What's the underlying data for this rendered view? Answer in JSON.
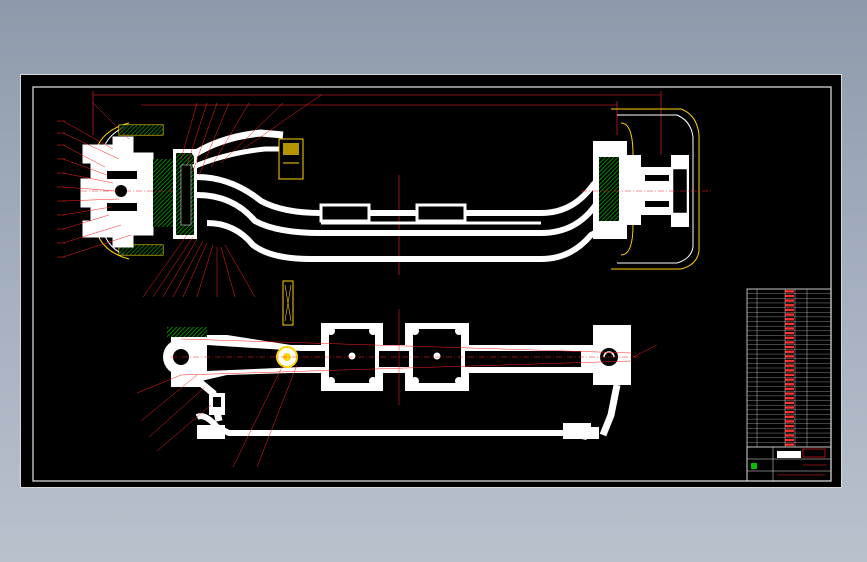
{
  "drawing": {
    "title_tag": "",
    "colors": {
      "background": "#000000",
      "part": "#ffffff",
      "dimension": "#ff0000",
      "highlight": "#ffd200",
      "hatch": "#00c000",
      "frame": "#e0e0e0"
    },
    "views": [
      "front-section-view",
      "top-view"
    ],
    "technical_notes": {
      "heading": "",
      "lines": []
    },
    "parts_list_rows": 34,
    "title_block_cells": 6
  }
}
